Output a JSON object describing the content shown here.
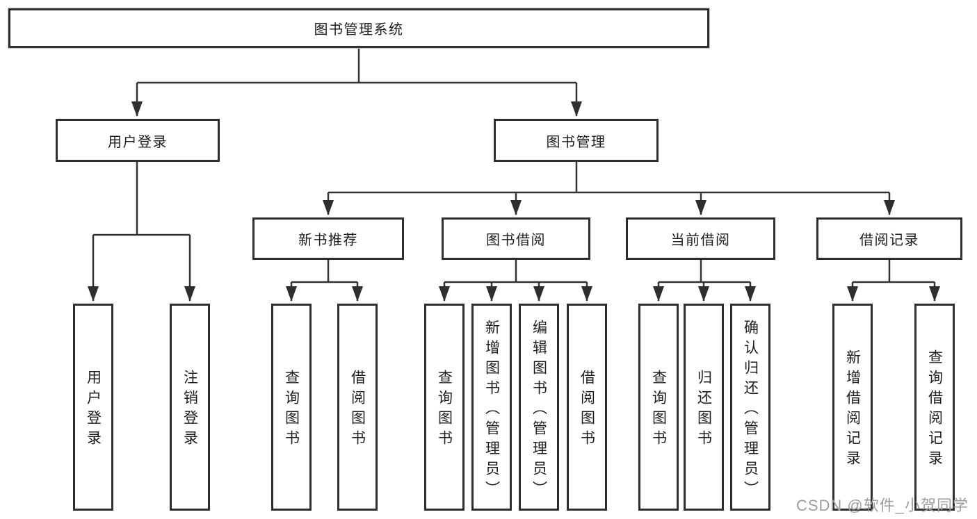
{
  "diagram": {
    "root": "图书管理系统",
    "level2": {
      "user_login": "用户登录",
      "book_management": "图书管理"
    },
    "level3": {
      "new_book": "新书推荐",
      "book_borrow": "图书借阅",
      "current_borrow": "当前借阅",
      "borrow_record": "借阅记录"
    },
    "leaves": {
      "user_login": [
        "用户登录",
        "注销登录"
      ],
      "new_book": [
        "查询图书",
        "借阅图书"
      ],
      "book_borrow": [
        "查询图书",
        "新增图书（管理员）",
        "编辑图书（管理员）",
        "借阅图书"
      ],
      "current_borrow": [
        "查询图书",
        "归还图书",
        "确认归还（管理员）"
      ],
      "borrow_record": [
        "新增借阅记录",
        "查询借阅记录"
      ]
    },
    "watermark": "CSDN @软件_小贺同学"
  },
  "colors": {
    "line": "#333333",
    "box_border": "#2e2e2e",
    "text": "#1d1d1d",
    "watermark": "#9d9d9d",
    "background": "#ffffff"
  }
}
